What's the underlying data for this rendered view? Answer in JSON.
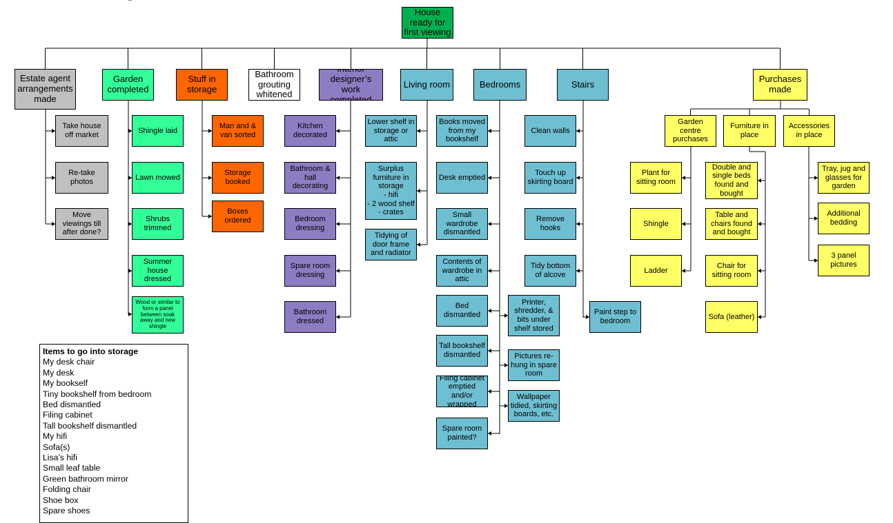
{
  "root": {
    "label": "House ready for first viewing"
  },
  "branches": [
    {
      "id": "estate",
      "label": "Estate agent arrangements made",
      "color": "gray",
      "children": [
        "Take house off market",
        "Re-take photos",
        "Move viewings till after done?"
      ]
    },
    {
      "id": "garden",
      "label": "Garden completed",
      "color": "green",
      "children": [
        "Shingle laid",
        "Lawn mowed",
        "Shrubs trimmed",
        "Summer house dressed",
        "Wood or similar to form a panel between soak away and new shingle"
      ]
    },
    {
      "id": "storage",
      "label": "Stuff in storage",
      "color": "orange",
      "children": [
        "Man and & van sorted",
        "Storage booked",
        "Boxes ordered"
      ]
    },
    {
      "id": "bathroom",
      "label": "Bathroom grouting whitened",
      "color": "white",
      "children": []
    },
    {
      "id": "interior",
      "label": "Interior designer’s work completed",
      "color": "purple",
      "children": [
        "Kitchen decorated",
        "Bathroom & hall decorating",
        "Bedroom dressing",
        "Spare room dressing",
        "Bathroom dressed"
      ]
    },
    {
      "id": "living",
      "label": "Living room",
      "color": "blue",
      "children": [
        "Lower shelf in storage or attic",
        "Surplus furniture in storage\n- hifi\n- 2 wood shelf\n- crates",
        "Tidying of door frame and radiator"
      ]
    },
    {
      "id": "bedrooms",
      "label": "Bedrooms",
      "color": "blue",
      "children": [
        "Books moved from my bookshelf",
        "Desk emptied",
        "Small wardrobe dismantled",
        "Contents of wardrobe in attic",
        "Bed dismantled",
        "Tall bookshelf dismantled",
        "Filing cabinet emptied and/or wrapped",
        "Spare room painted?"
      ],
      "side_children": [
        "Printer, shredder, & bits under shelf stored",
        "Pictures re-hung in spare room",
        "Wallpaper tidied, skirting boards, etc."
      ]
    },
    {
      "id": "stairs",
      "label": "Stairs",
      "color": "blue",
      "children": [
        "Clean walls",
        "Touch up skirting board",
        "Remove hooks",
        "Tidy bottom of alcove"
      ],
      "side_children": [
        "Paint step to bedroom"
      ]
    },
    {
      "id": "purchases",
      "label": "Purchases made",
      "color": "yellow",
      "sub": [
        {
          "label": "Garden centre purchases",
          "children": [
            "Plant for sitting room",
            "Shingle",
            "Ladder"
          ]
        },
        {
          "label": "Furniture in place",
          "children": [
            "Double and single beds found and bought",
            "Table and chairs found and bought",
            "Chair for sitting room",
            "Sofa (leather)"
          ]
        },
        {
          "label": "Accessories in place",
          "children": [
            "Tray, jug and glasses for garden",
            "Additional bedding",
            "3 panel pictures"
          ]
        }
      ]
    }
  ],
  "storage_list": {
    "title": "Items to go into storage",
    "items": [
      "My desk chair",
      "My desk",
      "My bookself",
      "Tiny bookshelf from bedroom",
      "Bed dismantled",
      "Filing cabinet",
      "Tall bookshelf dismantled",
      "My hifi",
      "Sofa(s)",
      "Lisa’s hifi",
      "Small leaf table",
      "Green bathroom mirror",
      "Folding chair",
      "Shoe box",
      "Spare shoes"
    ]
  }
}
